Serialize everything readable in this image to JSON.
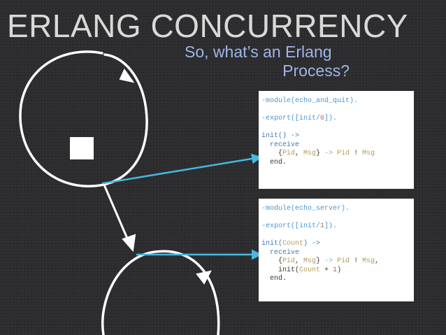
{
  "slide": {
    "title": "ERLANG CONCURRENCY",
    "subtitle_line1": "So, what’s an Erlang",
    "subtitle_line2": "Process?"
  },
  "code_blocks": [
    {
      "name": "echo_and_quit",
      "lines": [
        [
          [
            "sym",
            "-module(echo_and_quit)."
          ]
        ],
        [],
        [
          [
            "sym",
            "-export([init/"
          ],
          [
            "num",
            "0"
          ],
          [
            "sym",
            "])."
          ]
        ],
        [],
        [
          [
            "kw",
            "init() ->"
          ]
        ],
        [
          [
            "kw",
            "  receive"
          ]
        ],
        [
          [
            "txt",
            "    {"
          ],
          [
            "var",
            "Pid"
          ],
          [
            "txt",
            ", "
          ],
          [
            "var",
            "Msg"
          ],
          [
            "txt",
            "} "
          ],
          [
            "op",
            "->"
          ],
          [
            "txt",
            " "
          ],
          [
            "var",
            "Pid"
          ],
          [
            "txt",
            " ! "
          ],
          [
            "var",
            "Msg"
          ]
        ],
        [
          [
            "txt",
            "  end."
          ]
        ]
      ]
    },
    {
      "name": "echo_server",
      "lines": [
        [
          [
            "sym",
            "-module(echo_server)."
          ]
        ],
        [],
        [
          [
            "sym",
            "-export([init/"
          ],
          [
            "num",
            "1"
          ],
          [
            "sym",
            "])."
          ]
        ],
        [],
        [
          [
            "kw",
            "init("
          ],
          [
            "var",
            "Count"
          ],
          [
            "kw",
            ") ->"
          ]
        ],
        [
          [
            "kw",
            "  receive"
          ]
        ],
        [
          [
            "txt",
            "    {"
          ],
          [
            "var",
            "Pid"
          ],
          [
            "txt",
            ", "
          ],
          [
            "var",
            "Msg"
          ],
          [
            "txt",
            "} "
          ],
          [
            "op",
            "->"
          ],
          [
            "txt",
            " "
          ],
          [
            "var",
            "Pid"
          ],
          [
            "txt",
            " ! "
          ],
          [
            "var",
            "Msg"
          ],
          [
            "txt",
            ","
          ]
        ],
        [
          [
            "txt",
            "    init("
          ],
          [
            "var",
            "Count"
          ],
          [
            "txt",
            " + "
          ],
          [
            "num",
            "1"
          ],
          [
            "txt",
            ")"
          ]
        ],
        [
          [
            "txt",
            "  end."
          ]
        ]
      ]
    }
  ],
  "colors": {
    "background": "#2d2d2f",
    "title": "#d9d9d9",
    "subtitle": "#9fb6e8",
    "arrow": "#45b8e0",
    "chalk": "#ffffff"
  },
  "icons": [
    "process-circle",
    "message-square",
    "spawn-arrow",
    "code-pointer-arrow"
  ]
}
